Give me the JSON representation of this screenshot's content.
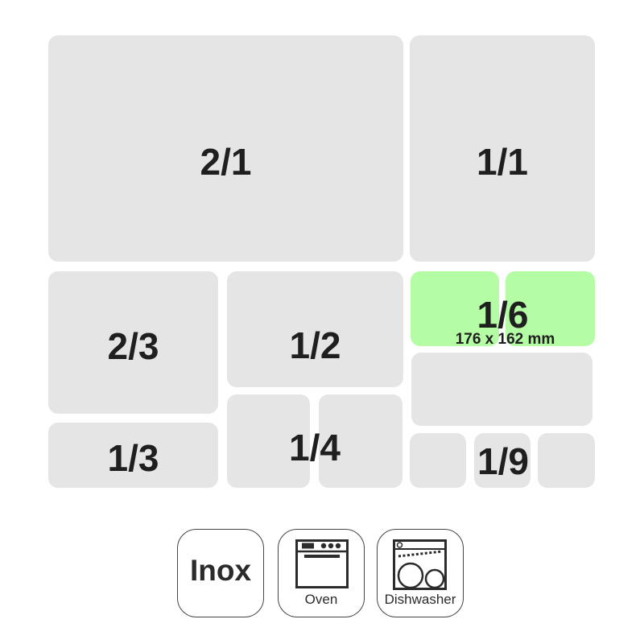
{
  "pans": {
    "full_2_1": "2/1",
    "full_1_1": "1/1",
    "two_thirds": "2/3",
    "half": "1/2",
    "sixth": "1/6",
    "sixth_size": "176 x 162 mm",
    "third": "1/3",
    "quarter": "1/4",
    "ninth": "1/9"
  },
  "selected": "1/6",
  "materials": [
    {
      "label": "Inox",
      "icon": "text"
    },
    {
      "label": "Oven",
      "icon": "oven-icon"
    },
    {
      "label": "Dishwasher",
      "icon": "dishwasher-icon"
    }
  ],
  "colors": {
    "tile": "#e5e5e5",
    "selected": "#b4fda4",
    "text": "#1f1f1f"
  }
}
